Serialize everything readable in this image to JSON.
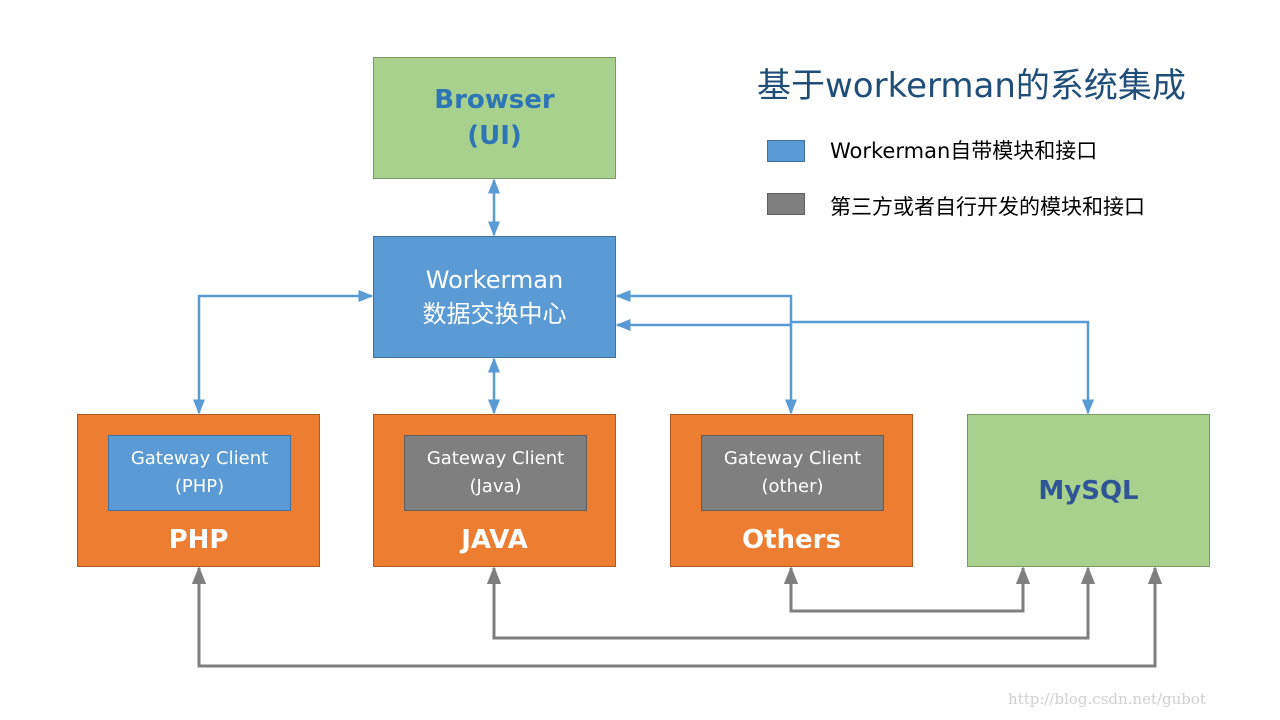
{
  "title": "基于workerman的系统集成",
  "legend": [
    {
      "label": "Workerman自带模块和接口",
      "color": "#5b9bd5"
    },
    {
      "label": "第三方或者自行开发的模块和接口",
      "color": "#7f7f7f"
    }
  ],
  "nodes": {
    "browser": {
      "line1": "Browser",
      "line2": "(UI)"
    },
    "hub": {
      "line1": "Workerman",
      "line2": "数据交换中心"
    },
    "php": {
      "client_line1": "Gateway Client",
      "client_line2": "(PHP)",
      "label": "PHP"
    },
    "java": {
      "client_line1": "Gateway Client",
      "client_line2": "(Java)",
      "label": "JAVA"
    },
    "others": {
      "client_line1": "Gateway Client",
      "client_line2": "(other)",
      "label": "Others"
    },
    "mysql": {
      "label": "MySQL"
    }
  },
  "colors": {
    "module_blue": "#5b9bd5",
    "third_party_gray": "#7f7f7f",
    "app_orange": "#ed7d31",
    "endpoint_green": "#a9d18e",
    "blue_connector": "#5b9bd5",
    "gray_connector": "#7f7f7f"
  },
  "watermark": "http://blog.csdn.net/gubot"
}
